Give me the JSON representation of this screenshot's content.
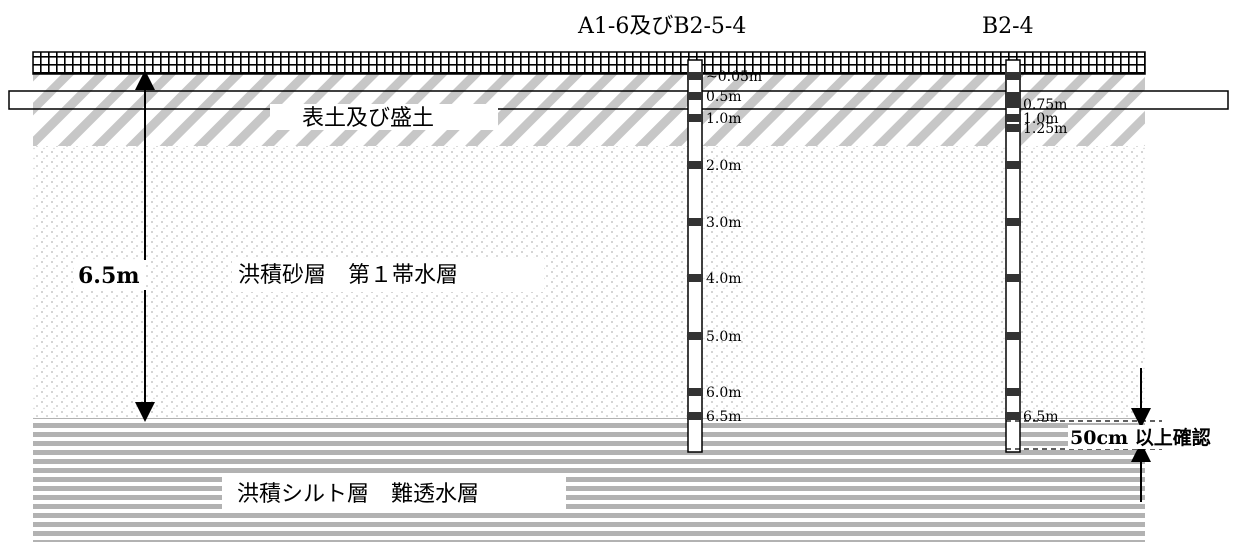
{
  "boreholes": {
    "left": {
      "title": "A1-6及びB2-5-4",
      "depth_labels": [
        "~0.05m",
        "0.5m",
        "1.0m",
        "2.0m",
        "3.0m",
        "4.0m",
        "5.0m",
        "6.0m",
        "6.5m"
      ],
      "sample_depths_m": [
        0.05,
        0.5,
        1.0,
        2.0,
        3.0,
        4.0,
        5.0,
        6.0,
        6.5
      ]
    },
    "right": {
      "title": "B2-4",
      "depth_labels": [
        "0.75m",
        "1.0m",
        "1.25m",
        "6.5m"
      ],
      "sample_depths_m": [
        0.05,
        0.5,
        0.75,
        1.0,
        1.25,
        2.0,
        3.0,
        4.0,
        5.0,
        6.0,
        6.5
      ]
    }
  },
  "layers": {
    "topsoil": "表土及び盛土",
    "sand": "洪積砂層　第１帯水層",
    "silt": "洪積シルト層　難透水層"
  },
  "dimensions": {
    "depth_label": "6.5m",
    "confirm_label": "50cm 以上確認"
  }
}
